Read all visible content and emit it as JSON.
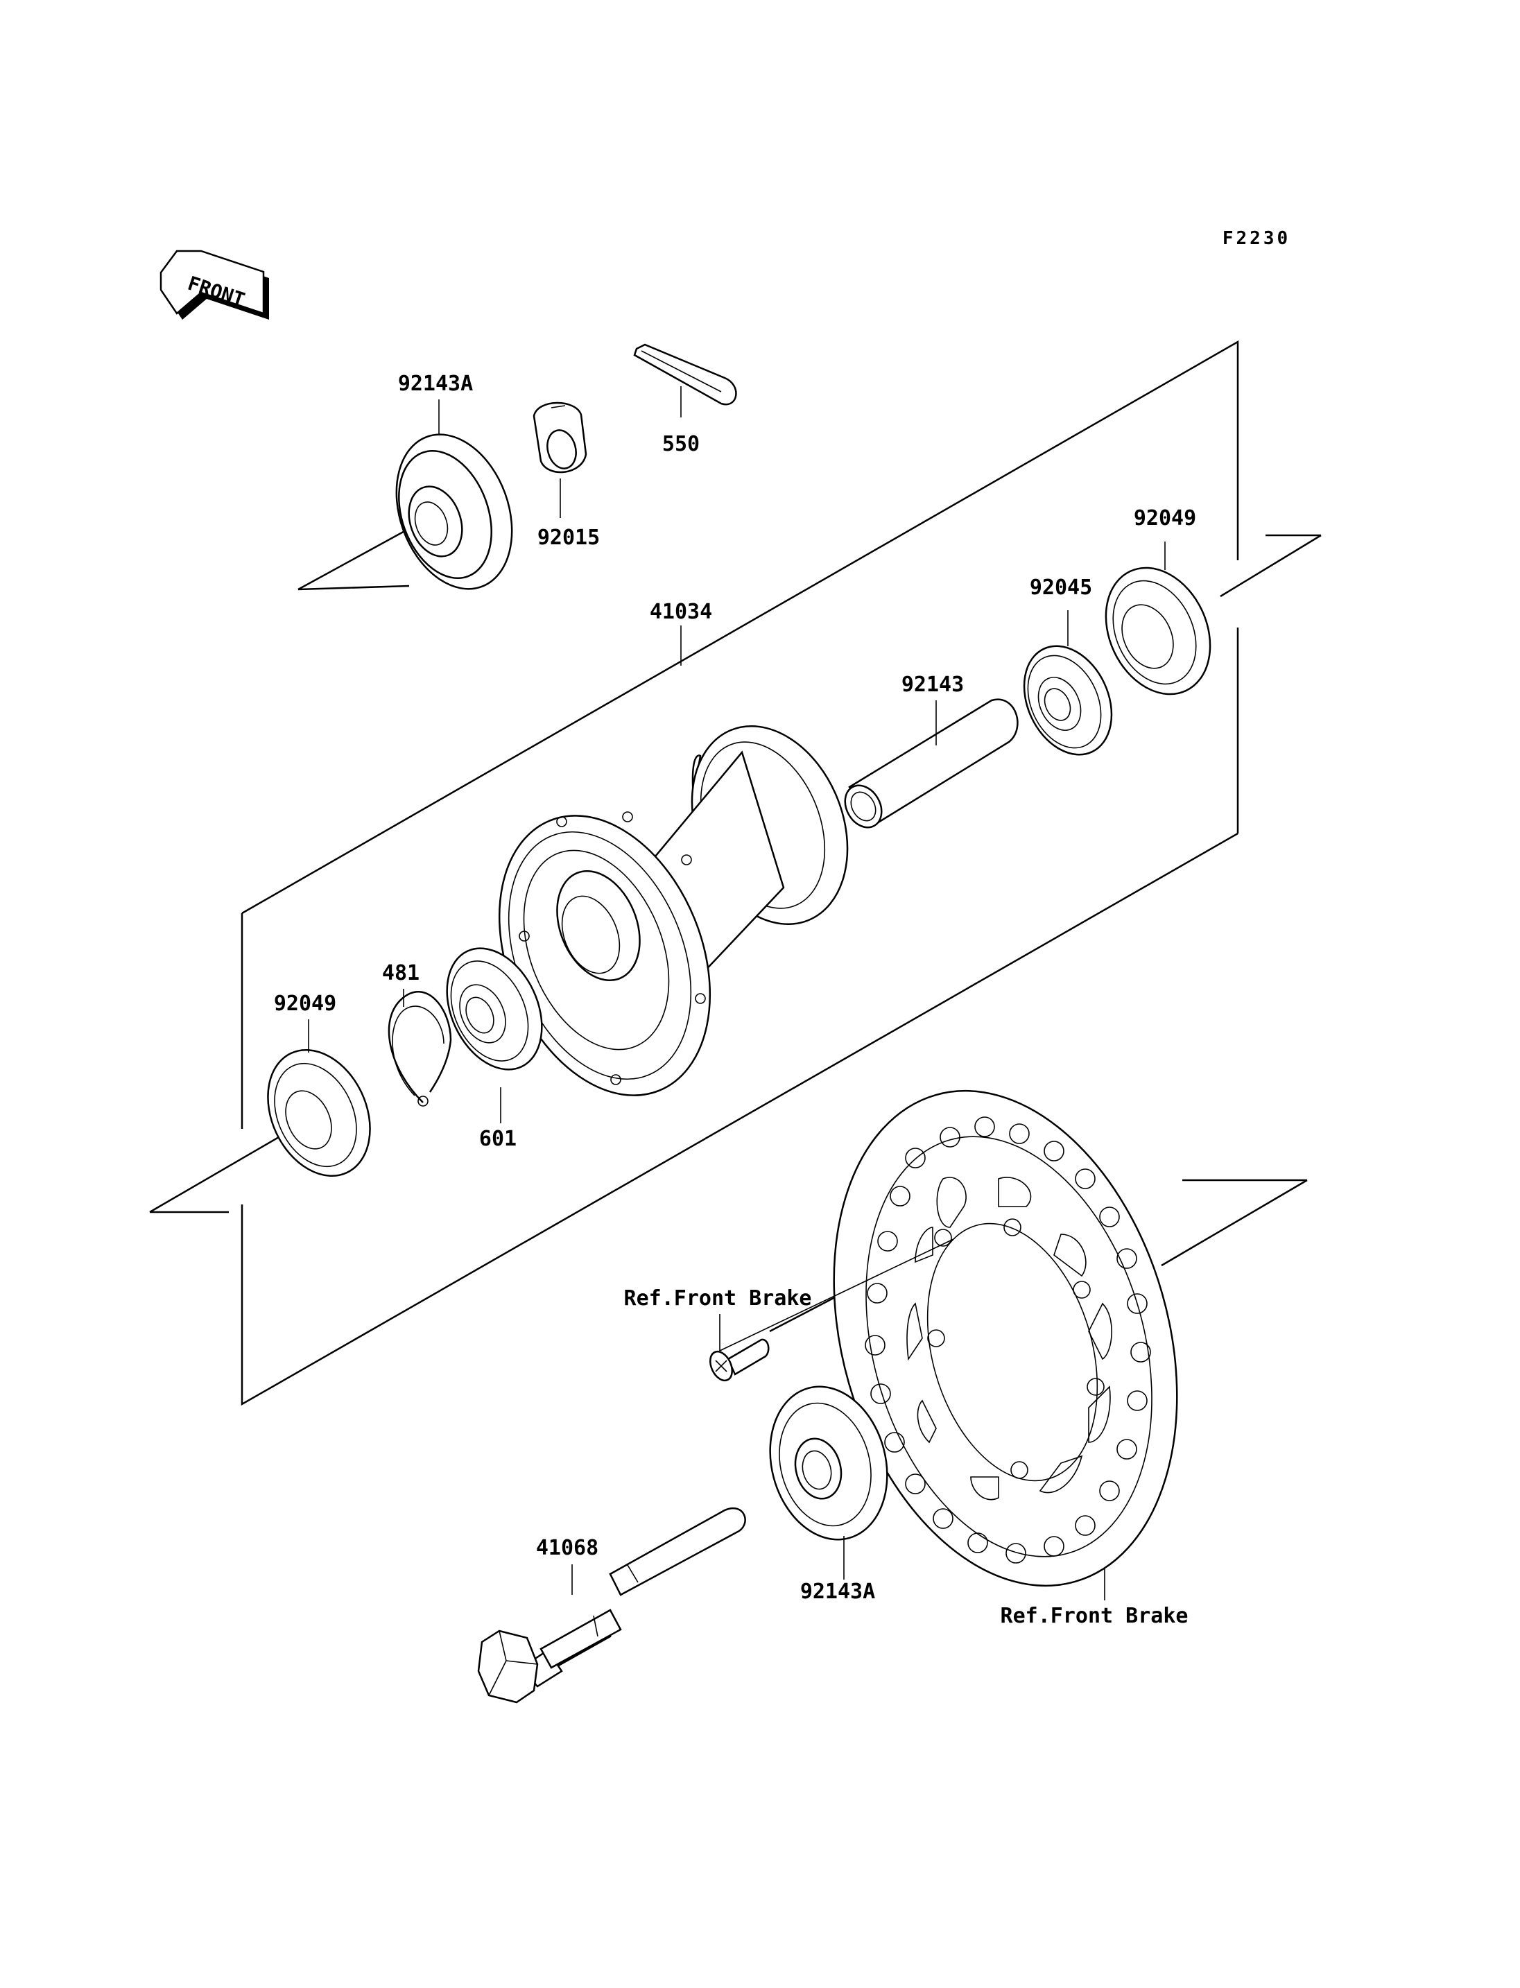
{
  "diagram": {
    "figure_code": "F2230",
    "front_arrow_label": "FRONT",
    "parts": {
      "cap_left_label": "92143A",
      "collar_label": "92015",
      "cotter_pin_label": "550",
      "hub_label": "41034",
      "seal_right_label": "92049",
      "bearing_right_label": "92045",
      "spacer_label": "92143",
      "seal_left_label": "92049",
      "circlip_label": "481",
      "bearing_left_label": "601",
      "brake_bolt_label": "Ref.Front Brake",
      "axle_label": "41068",
      "cap_right_label": "92143A",
      "brake_disc_label": "Ref.Front Brake"
    }
  }
}
